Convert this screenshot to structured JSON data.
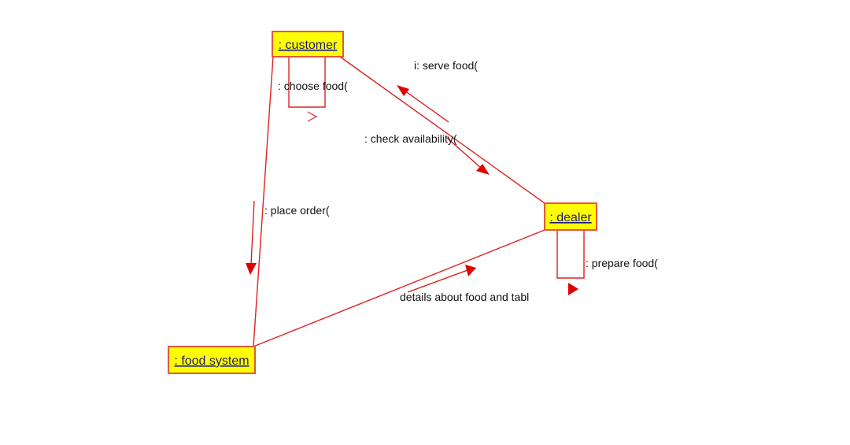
{
  "objects": {
    "customer": ": customer",
    "dealer": ": dealer",
    "food_system": ": food system"
  },
  "messages": {
    "serve_food": "i: serve food(",
    "choose_food": ": choose food(",
    "check_availability": ": check availability(",
    "place_order": ": place order(",
    "prepare_food": ": prepare food(",
    "details": "details about food and tabl"
  },
  "colors": {
    "object_fill": "#ffff00",
    "object_border": "#e05a3a",
    "link": "#e02020",
    "arrow": "#e00000"
  }
}
